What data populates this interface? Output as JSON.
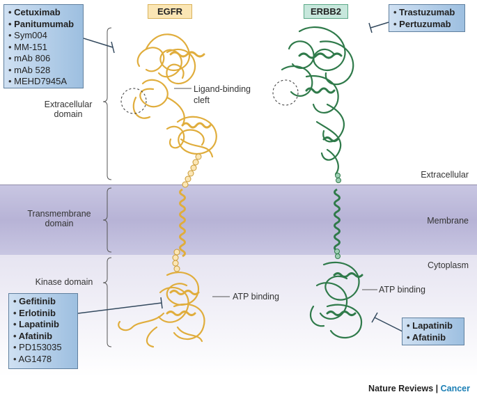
{
  "proteins": {
    "egfr": "EGFR",
    "erbb2": "ERBB2"
  },
  "egfr_extracellular_drugs": [
    {
      "name": "Cetuximab",
      "bold": true
    },
    {
      "name": "Panitumumab",
      "bold": true
    },
    {
      "name": "Sym004",
      "bold": false
    },
    {
      "name": "MM-151",
      "bold": false
    },
    {
      "name": "mAb 806",
      "bold": false
    },
    {
      "name": "mAb 528",
      "bold": false
    },
    {
      "name": "MEHD7945A",
      "bold": false
    }
  ],
  "erbb2_extracellular_drugs": [
    {
      "name": "Trastuzumab",
      "bold": true
    },
    {
      "name": "Pertuzumab",
      "bold": true
    }
  ],
  "egfr_kinase_drugs": [
    {
      "name": "Gefitinib",
      "bold": true
    },
    {
      "name": "Erlotinib",
      "bold": true
    },
    {
      "name": "Lapatinib",
      "bold": true
    },
    {
      "name": "Afatinib",
      "bold": true
    },
    {
      "name": "PD153035",
      "bold": false
    },
    {
      "name": "AG1478",
      "bold": false
    }
  ],
  "erbb2_kinase_drugs": [
    {
      "name": "Lapatinib",
      "bold": true
    },
    {
      "name": "Afatinib",
      "bold": true
    }
  ],
  "domains": {
    "extracellular": "Extracellular domain",
    "transmembrane": "Transmembrane domain",
    "kinase": "Kinase domain"
  },
  "regions": {
    "extracellular": "Extracellular",
    "membrane": "Membrane",
    "cytoplasm": "Cytoplasm"
  },
  "annotations": {
    "ligand_binding_cleft_line1": "Ligand-binding",
    "ligand_binding_cleft_line2": "cleft",
    "atp_binding_egfr": "ATP binding",
    "atp_binding_erbb2": "ATP binding"
  },
  "credit": {
    "publisher": "Nature Reviews",
    "separator": " | ",
    "journal": "Cancer"
  },
  "colors": {
    "egfr": "#e0ad3c",
    "erbb2": "#2f7a4a",
    "membrane": "#b9b5d8",
    "drug_box": "#9dbfe0",
    "egfr_label_bg": "#fbe6b5",
    "erbb2_label_bg": "#c7e7dc",
    "journal": "#1b7fb5"
  }
}
